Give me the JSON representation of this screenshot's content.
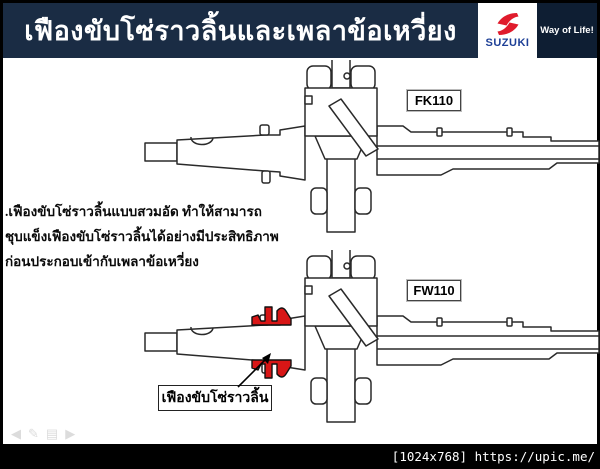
{
  "header": {
    "title": "เฟืองขับโซ่ราวลิ้นและเพลาข้อเหวี่ยง",
    "brand": "SUZUKI",
    "slogan": "Way of Life!",
    "colors": {
      "banner_bg": "#1a2c44",
      "slogan_bg": "#0e1e33",
      "suzuki_red": "#e01b2c",
      "suzuki_blue": "#1d3f96"
    }
  },
  "description": {
    "line1": ".เฟืองขับโซ่ราวลิ้นแบบสวมอัด ทำให้สามารถ",
    "line2": "ชุบแข็งเฟืองขับโซ่ราวลิ้นได้อย่างมีประสิทธิภาพ",
    "line3": "ก่อนประกอบเข้ากับเพลาข้อเหวี่ยง"
  },
  "diagrams": [
    {
      "model": "FK110",
      "type": "crankshaft-cross-section",
      "highlighted_part": null
    },
    {
      "model": "FW110",
      "type": "crankshaft-cross-section",
      "highlighted_part": "cam-chain-drive-gear",
      "highlight_color": "#d81616",
      "callout": "เฟืองขับโซ่ราวลิ้น"
    }
  ],
  "presenter_toolbar": {
    "icons": [
      {
        "name": "back-arrow",
        "glyph": "◀"
      },
      {
        "name": "pen",
        "glyph": "✎"
      },
      {
        "name": "menu",
        "glyph": "▤"
      },
      {
        "name": "forward-arrow",
        "glyph": "▶"
      }
    ]
  },
  "footer": {
    "watermark": "[1024x768] https://upic.me/"
  }
}
